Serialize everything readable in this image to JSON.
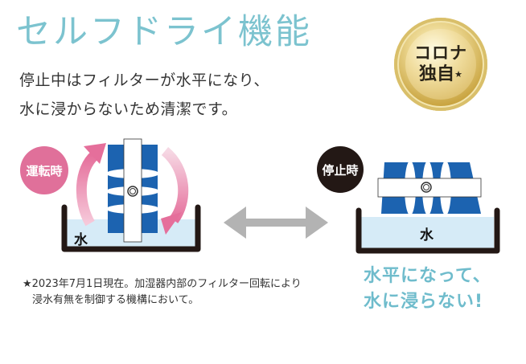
{
  "header": {
    "title": "セルフドライ機能",
    "lead_lines": [
      "停止中はフィルターが水平になり、",
      "水に浸からないため清潔です。"
    ]
  },
  "badge": {
    "line1": "コロナ",
    "line2": "独自",
    "star": "★"
  },
  "diagram_running": {
    "state_label": "運転時",
    "water_label": "水",
    "state_color": "#e0709a",
    "filter_color": "#1c63b0",
    "water_color": "#d6ebf7",
    "arrow_color": "#e56f9b"
  },
  "transition_arrow": {
    "icon": "double-arrow-icon",
    "color": "#b3b3b3"
  },
  "diagram_stopped": {
    "state_label": "停止時",
    "water_label": "水",
    "state_color": "#231815"
  },
  "footnote": {
    "lines": [
      "★2023年7月1日現在。加湿器内部のフィルター回転により",
      "浸水有無を制御する機構において。"
    ]
  },
  "slogan": {
    "lines": [
      "水平になって、",
      "水に浸らない!"
    ],
    "color": "#6fbccc"
  }
}
